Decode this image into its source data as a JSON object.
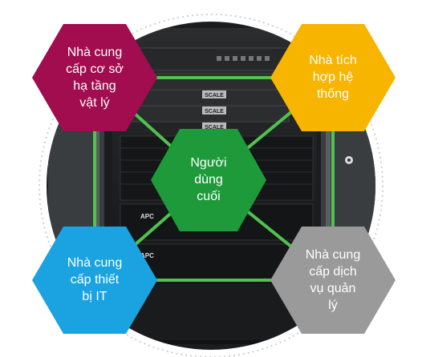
{
  "rack_labels": {
    "brand_top_1": "SCALE",
    "brand_top_2": "SCALE",
    "brand_top_3": "SCALE",
    "ups_left_1": "APC",
    "ups_left_2": "APC"
  },
  "nodes": {
    "physical_infrastructure_provider": {
      "label": "Nhà cung\ncấp cơ sở\nhạ tầng\nvật lý",
      "color": "#a10d4e"
    },
    "system_integrator": {
      "label": "Nhà tích\nhợp hệ\nthống",
      "color": "#f7b500"
    },
    "end_user": {
      "label": "Người\ndùng\ncuối",
      "color": "#1e9a3a"
    },
    "it_equipment_provider": {
      "label": "Nhà cung\ncấp thiết\nbị IT",
      "color": "#1aa3e0"
    },
    "managed_service_provider": {
      "label": "Nhà cung\ncấp dịch\nvụ quản\nlý",
      "color": "#9a9a9a"
    }
  },
  "connector_color": "#4fc24f"
}
